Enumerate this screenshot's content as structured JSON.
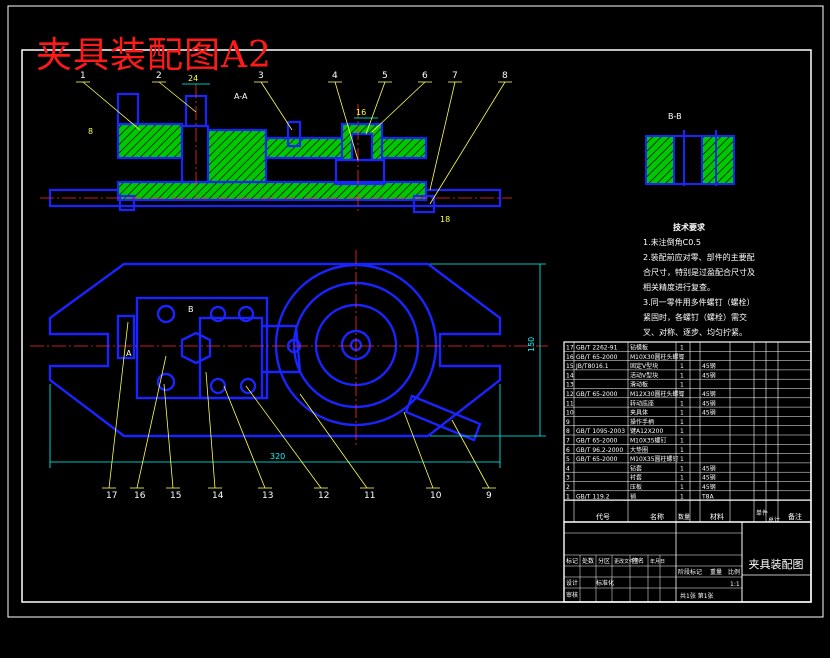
{
  "sheet_title": "夹具装配图A2",
  "drawing_name": "夹具装配图",
  "views": {
    "section_aa": "A-A",
    "section_bb": "B-B",
    "marker_a": "A",
    "marker_b": "B"
  },
  "balloons": [
    "1",
    "2",
    "3",
    "4",
    "5",
    "6",
    "7",
    "8",
    "9",
    "10",
    "11",
    "12",
    "13",
    "14",
    "15",
    "16",
    "17"
  ],
  "dimensions": {
    "top_width": "24",
    "total_length": "320",
    "total_height": "150",
    "left_small": "8",
    "right_small": "18",
    "mid_small": "16"
  },
  "tech_notes": {
    "title": "技术要求",
    "lines": [
      "1.未注倒角C0.5",
      "2.装配前应对零、部件的主要配",
      "合尺寸，特别是过盈配合尺寸及",
      "相关精度进行复查。",
      "3.同一零件用多件螺钉（螺栓）",
      "紧固时，各螺钉（螺栓）需交",
      "叉、对称、逐步、均匀拧紧。"
    ]
  },
  "bom_rows": [
    [
      "17",
      "GB/T 2262-91",
      "钻模板",
      "1",
      ""
    ],
    [
      "16",
      "GB/T 65-2000",
      "M10X30圆柱头螺钉",
      "1",
      ""
    ],
    [
      "15",
      "JB/T8016.1",
      "固定V型块",
      "1",
      "45钢"
    ],
    [
      "14",
      "",
      "活动V型块",
      "1",
      "45钢"
    ],
    [
      "13",
      "",
      "滑动板",
      "1",
      ""
    ],
    [
      "12",
      "GB/T 65-2000",
      "M12X30圆柱头螺钉",
      "1",
      "45钢"
    ],
    [
      "11",
      "",
      "转动底座",
      "1",
      "45钢"
    ],
    [
      "10",
      "",
      "夹具体",
      "1",
      "45钢"
    ],
    [
      "9",
      "",
      "操作手柄",
      "1",
      ""
    ],
    [
      "8",
      "GB/T 1095-2003",
      "键A12X200",
      "1",
      ""
    ],
    [
      "7",
      "GB/T 65-2000",
      "M10X35螺钉",
      "1",
      ""
    ],
    [
      "6",
      "GB/T 96.2-2000",
      "大垫圈",
      "1",
      ""
    ],
    [
      "5",
      "GB/T 65-2000",
      "M10X35圆柱螺钉",
      "1",
      ""
    ],
    [
      "4",
      "",
      "钻套",
      "1",
      "45钢"
    ],
    [
      "3",
      "",
      "衬套",
      "1",
      "45钢"
    ],
    [
      "2",
      "",
      "压板",
      "1",
      "45钢"
    ],
    [
      "1",
      "GB/T 119.2",
      "销",
      "1",
      "T8A"
    ]
  ],
  "bom_header": {
    "code": "代号",
    "name": "名称",
    "qty": "数量",
    "material": "材料",
    "single": "单件",
    "total": "总计",
    "remark": "备注"
  },
  "title_block": {
    "mark": "标记",
    "count": "处数",
    "zone": "分区",
    "change_doc": "更改文件号",
    "sign": "签名",
    "date": "年月日",
    "stage_mark": "阶段标记",
    "weight": "重量",
    "scale": "比例",
    "scale_value": "1:1",
    "sheets": "共1张 第1张",
    "designer": "设计",
    "checker": "审核",
    "standard": "标准化"
  },
  "colors": {
    "outline": "#1a24ff",
    "hatch": "#00c800",
    "center": "#ff2a2a",
    "dim": "#00ffff",
    "text": "#ffffff",
    "leader": "#ffff55"
  }
}
